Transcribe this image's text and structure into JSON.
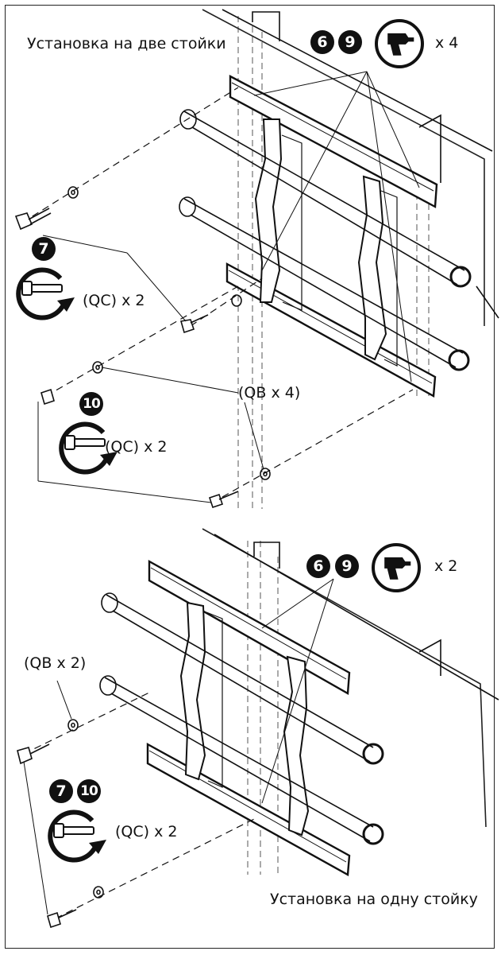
{
  "top_section": {
    "title": "Установка на две стойки",
    "step_badges": [
      "6",
      "9"
    ],
    "drill_qty": "x 4",
    "wrench_step_1": "7",
    "wrench_step_1_qty": "(QC) x 2",
    "wrench_step_2": "10",
    "wrench_step_2_qty": "(QC) x 2",
    "washer_qty": "(QB x 4)"
  },
  "bottom_section": {
    "title": "Установка на одну стойку",
    "step_badges": [
      "6",
      "9"
    ],
    "drill_qty": "x 2",
    "washer_qty": "(QB x 2)",
    "wrench_steps": [
      "7",
      "10"
    ],
    "wrench_qty": "(QC) x 2"
  },
  "icons": {
    "drill": "drill-icon",
    "wrench_rotate": "wrench-rotate-icon"
  },
  "colors": {
    "line": "#111111",
    "badge": "#111111",
    "background": "#ffffff"
  }
}
